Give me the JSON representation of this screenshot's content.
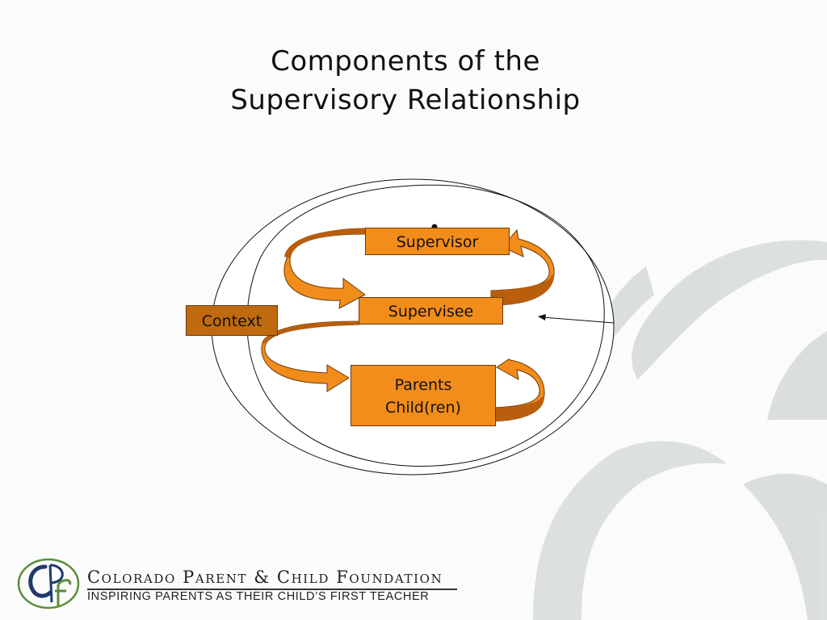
{
  "title": {
    "line1": "Components of the",
    "line2": "Supervisory Relationship"
  },
  "diagram": {
    "nodes": {
      "supervisor": "Supervisor",
      "supervisee": "Supervisee",
      "parents_line1": "Parents",
      "parents_line2": "Child(ren)",
      "context": "Context"
    },
    "colors": {
      "box_fill": "#f28c1a",
      "context_fill": "#c06a10",
      "arrow_dark": "#b85e0c",
      "arrow_light": "#f59a2c"
    }
  },
  "footer": {
    "foundation_name": "Colorado Parent & Child Foundation",
    "tagline": "INSPIRING PARENTS AS THEIR CHILD’S FIRST TEACHER",
    "logo_text": "CPCF"
  },
  "background": {
    "watermark": "ampersand-watermark",
    "watermark_color": "#d4d8d8"
  }
}
